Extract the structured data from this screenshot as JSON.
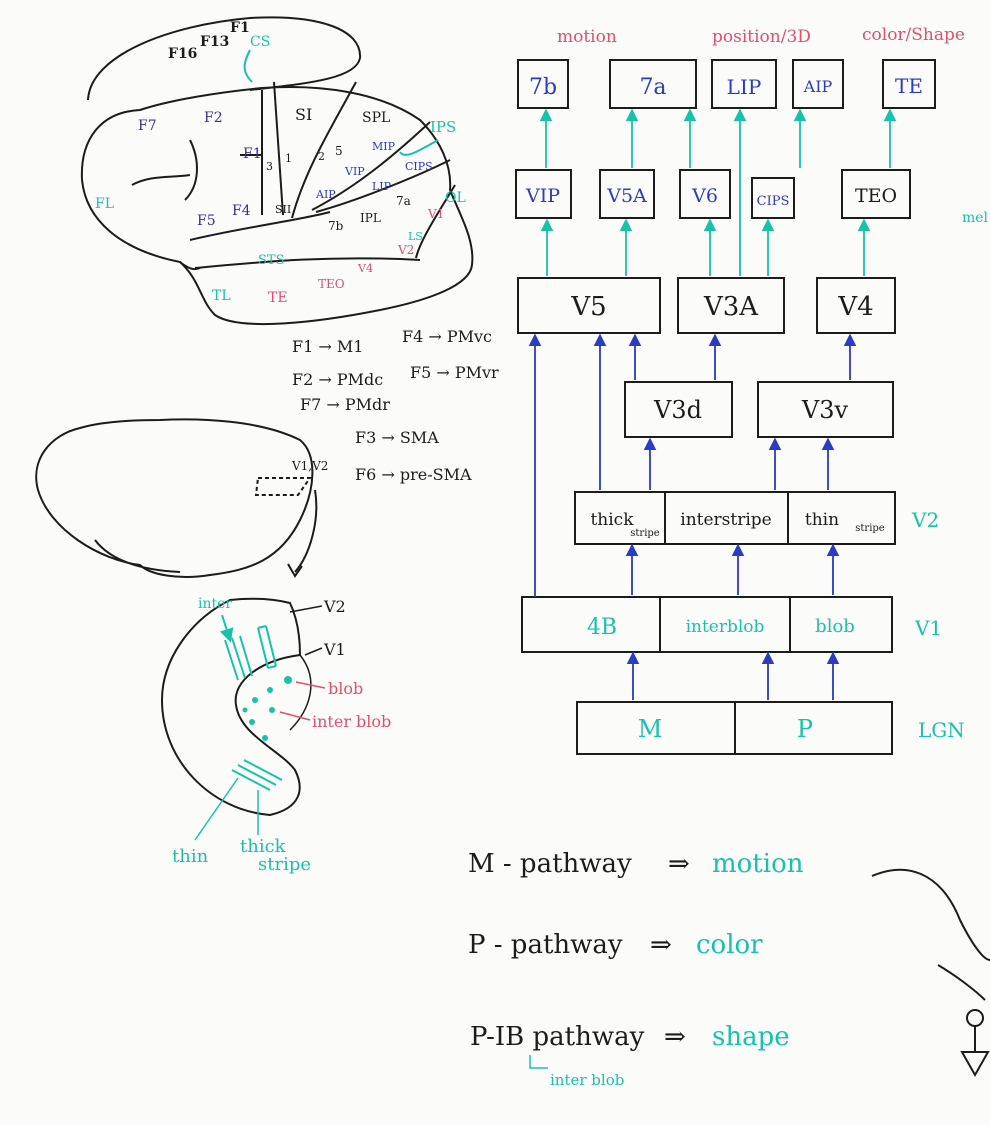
{
  "colors": {
    "black": "#1c1c1c",
    "blue": "#2a3cc0",
    "teal": "#17c3a8",
    "red": "#e0506a",
    "purple": "#3a2f9a"
  },
  "brain_lateral": {
    "areas": {
      "f6": "F16",
      "f3": "F13",
      "f1_top": "F1",
      "cs": "CS",
      "f7": "F7",
      "f2": "F2",
      "f1": "F1",
      "f4": "F4",
      "f5": "F5",
      "fl": "FL",
      "s1": "SI",
      "s2": "SII",
      "n3": "3",
      "n1": "1",
      "n2": "2",
      "n5": "5",
      "spl": "SPL",
      "ips": "IPS",
      "aip": "AIP",
      "vip": "VIP",
      "mip": "MIP",
      "lip": "LIP",
      "cips": "CIPS",
      "a7b": "7b",
      "ipl": "IPL",
      "a7a": "7a",
      "ol": "OL",
      "v1": "V1",
      "v2": "V2",
      "ls": "LS",
      "sts": "STS",
      "tl": "TL",
      "te": "TE",
      "teo": "TEO",
      "v4": "V4"
    }
  },
  "mapping": [
    "F1 → M1",
    "F4 → PMvc",
    "F2 → PMdc",
    "F5 → PMvr",
    "F7 → PMdr",
    "F3 → SMA",
    "F6 → pre-SMA"
  ],
  "small_brain": {
    "label": "V1,V2"
  },
  "cortex_section": {
    "inter": "inter",
    "v2": "V2",
    "v1": "V1",
    "blob": "blob",
    "interblob": "inter blob",
    "thin": "thin",
    "thick": "thick",
    "stripe": "stripe"
  },
  "flow": {
    "categories": {
      "motion": "motion",
      "position": "position/3D",
      "color_shape": "color/Shape"
    },
    "top_row": [
      "7b",
      "7a",
      "LIP",
      "AIP",
      "TE"
    ],
    "second_row": [
      "VIP",
      "V5A",
      "V6",
      "CIPS",
      "TEO"
    ],
    "third_row": [
      "V5",
      "V3A",
      "V4"
    ],
    "v3": [
      "V3d",
      "V3v"
    ],
    "v2": {
      "thick": "thick",
      "thick_sub": "stripe",
      "inter": "interstripe",
      "thin": "thin",
      "thin_sub": "stripe",
      "label": "V2"
    },
    "v1": {
      "b4": "4B",
      "interblob": "interblob",
      "blob": "blob",
      "label": "V1"
    },
    "lgn": {
      "m": "M",
      "p": "P",
      "label": "LGN"
    },
    "side_partial": "mel"
  },
  "pathways": [
    {
      "name": "M - pathway",
      "arrow": "⇒",
      "result": "motion"
    },
    {
      "name": "P - pathway",
      "arrow": "⇒",
      "result": "color"
    },
    {
      "name": "P-IB pathway",
      "arrow": "⇒",
      "result": "shape"
    }
  ],
  "pathway_note": "inter blob"
}
